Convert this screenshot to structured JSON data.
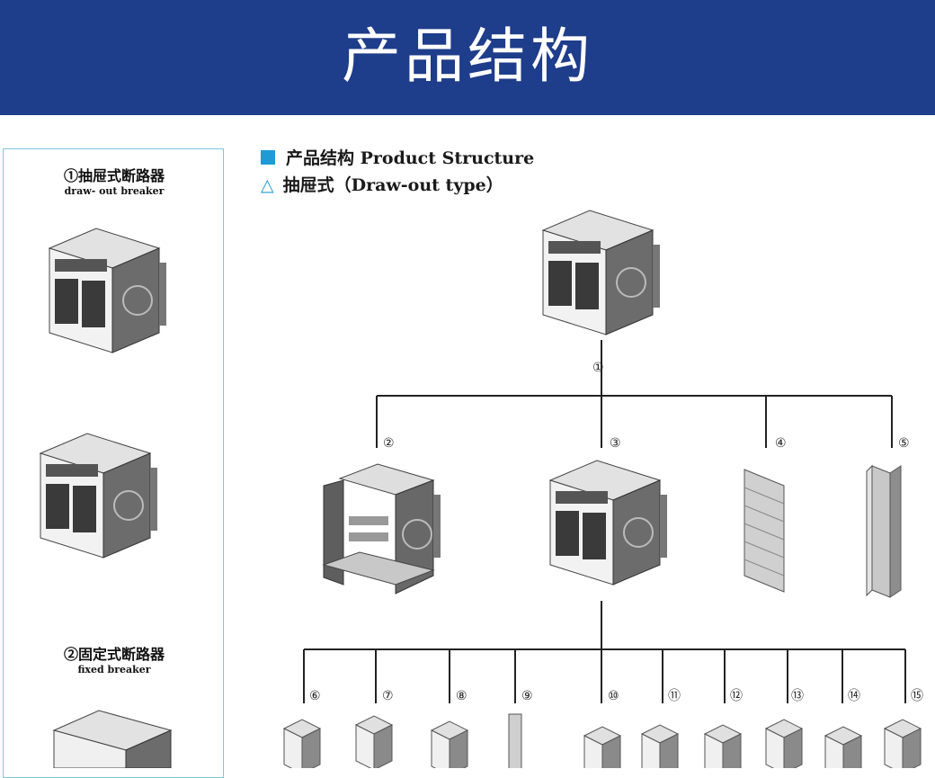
{
  "header": {
    "title": "产品结构"
  },
  "sidebar": {
    "items": [
      {
        "zh": "①抽屉式断路器",
        "en": "draw- out breaker"
      },
      {
        "zh": "②固定式断路器",
        "en": "fixed breaker"
      }
    ]
  },
  "legend": {
    "structure": "产品结构 Product Structure",
    "type": "抽屉式（Draw-out type）"
  },
  "tree": {
    "root_label": "①",
    "level2": [
      "②",
      "③",
      "④",
      "⑤"
    ],
    "level3": [
      "⑥",
      "⑦",
      "⑧",
      "⑨",
      "⑩",
      "⑪",
      "⑫",
      "⑬",
      "⑭",
      "⑮"
    ]
  },
  "colors": {
    "header": "#1e3d8a",
    "accent": "#1f9ad6",
    "panel_border": "#7fc6df"
  },
  "icons": [
    "breaker-drawout-icon",
    "breaker-fixed-icon",
    "breaker-body-icon",
    "drawer-base-icon",
    "shutter-plate-icon",
    "rail-icon",
    "accessory-icon"
  ]
}
